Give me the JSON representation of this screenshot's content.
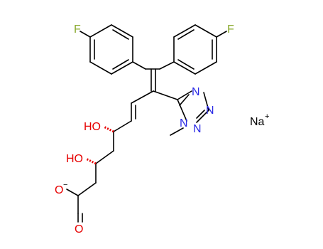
{
  "molecule": {
    "atoms": {
      "fluorine_left": "F",
      "fluorine_right": "F",
      "tetrazole_n1": "N",
      "tetrazole_n2": "N",
      "tetrazole_n3": "N",
      "tetrazole_n4": "N",
      "hydroxyl_5": "HO",
      "hydroxyl_3": "HO",
      "carboxylate_o_minus": "O",
      "carbonyl_o": "O"
    },
    "counterion": "Na",
    "charges": {
      "sodium": "+",
      "carboxylate": "−"
    }
  },
  "colors": {
    "fluorine": "#8AAA2E",
    "nitrogen": "#2B2BE6",
    "oxygen": "#E60000",
    "carbon_bond": "#000000",
    "stereo_wedge": "#E60000"
  }
}
